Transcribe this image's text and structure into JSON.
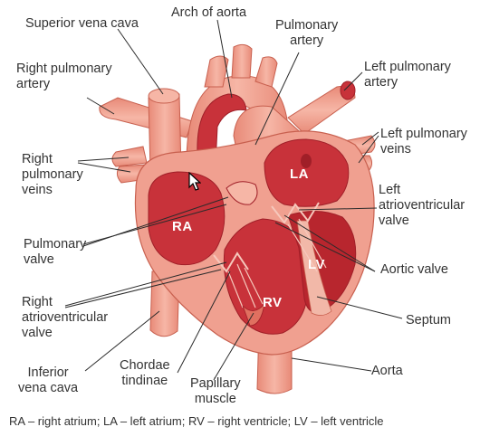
{
  "labels": {
    "superior_vena_cava": "Superior vena cava",
    "arch_of_aorta": "Arch of aorta",
    "pulmonary_artery": "Pulmonary\nartery",
    "right_pulmonary_artery": "Right pulmonary\nartery",
    "left_pulmonary_artery": "Left pulmonary\nartery",
    "left_pulmonary_veins": "Left pulmonary\nveins",
    "right_pulmonary_veins": "Right\npulmonary\nveins",
    "left_atrioventricular_valve": "Left\natrioventricular\nvalve",
    "pulmonary_valve": "Pulmonary\nvalve",
    "aortic_valve": "Aortic valve",
    "right_atrioventricular_valve": "Right\natrioventricular\nvalve",
    "septum": "Septum",
    "inferior_vena_cava": "Inferior\nvena cava",
    "chordae_tendinae": "Chordae\ntindinae",
    "papillary_muscle": "Papillary\nmuscle",
    "aorta": "Aorta"
  },
  "chambers": {
    "ra": "RA",
    "la": "LA",
    "rv": "RV",
    "lv": "LV"
  },
  "caption": "RA – right atrium; LA – left atrium; RV – right ventricle; LV – left ventricle",
  "colors": {
    "vessel": "#f0a090",
    "vessel_edge": "#c8604f",
    "chamber": "#c8323a",
    "chamber_dark": "#a01f28",
    "muscle": "#e07060",
    "leader": "#2b2b2b"
  }
}
